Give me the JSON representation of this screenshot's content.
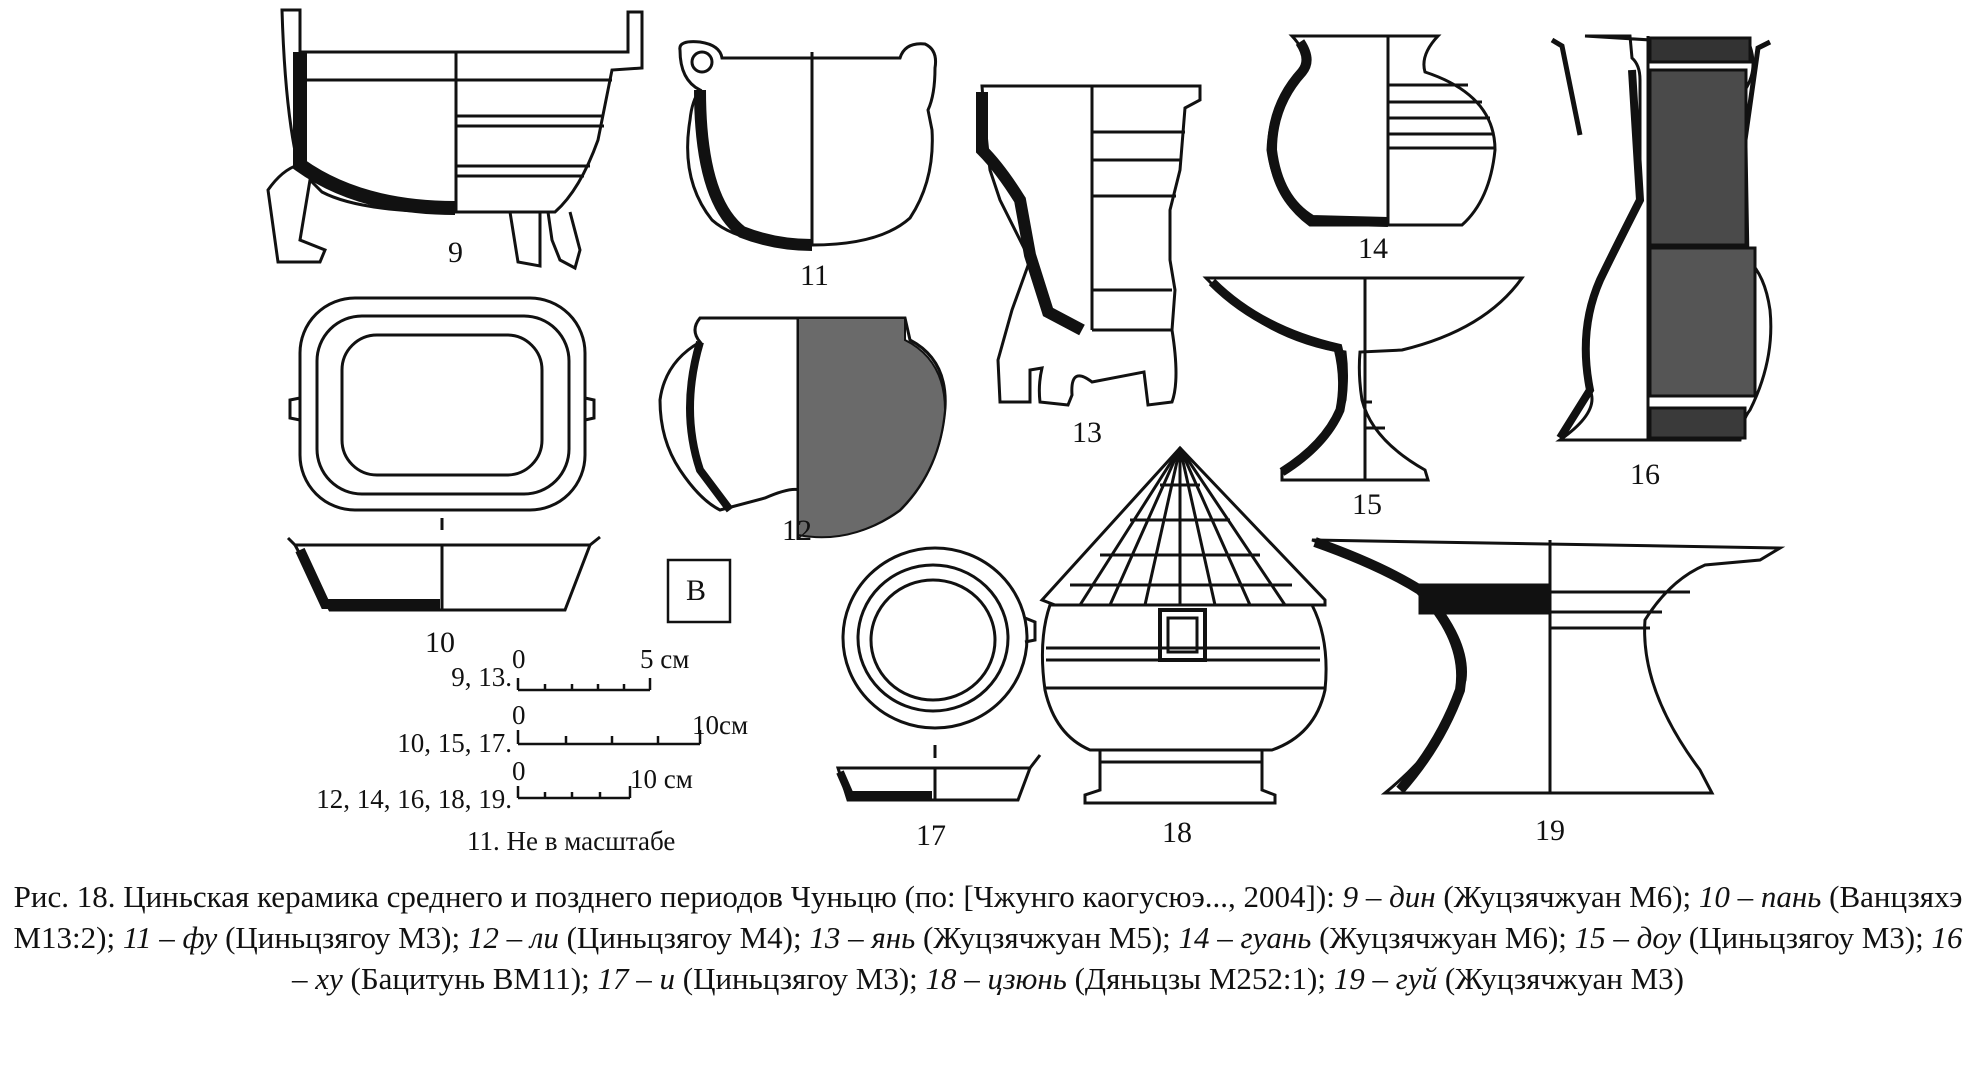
{
  "figure": {
    "labels": {
      "f9": "9",
      "f10": "10",
      "f11": "11",
      "f12": "12",
      "f13": "13",
      "f14": "14",
      "f15": "15",
      "f16": "16",
      "f17": "17",
      "f18": "18",
      "f19": "19"
    },
    "side_view_letter": "В",
    "scale_bars": [
      {
        "items": "9, 13.",
        "zero": "0",
        "end": "5 см"
      },
      {
        "items": "10, 15, 17.",
        "zero": "0",
        "end": "10см"
      },
      {
        "items": "12, 14, 16, 18, 19.",
        "zero": "0",
        "end": "10 см"
      }
    ],
    "not_to_scale_note": "11. Не в масштабе"
  },
  "caption": {
    "prefix": "Рис. 18. Циньская керамика среднего и позднего периодов Чуньцю (по: [Чжунго каогусюэ..., 2004]): ",
    "items": [
      {
        "num_name": "9 – дин",
        "source": " (Жуцзячжуан М6); "
      },
      {
        "num_name": "10 – пань",
        "source": " (Ванцзяхэ М13:2); "
      },
      {
        "num_name": "11 – фу",
        "source": " (Циньцзягоу М3); "
      },
      {
        "num_name": "12 – ли",
        "source": " (Циньцзягоу М4); "
      },
      {
        "num_name": "13 – янь",
        "source": " (Жуцзячжуан М5); "
      },
      {
        "num_name": "14 – гуань",
        "source": " (Жуцзячжуан М6); "
      },
      {
        "num_name": "15 – доу",
        "source": " (Циньцзягоу М3); "
      },
      {
        "num_name": "16 – ху",
        "source": " (Бацитунь ВМ11); "
      },
      {
        "num_name": "17 – и",
        "source": " (Циньцзягоу М3); "
      },
      {
        "num_name": "18 – цзюнь",
        "source": " (Дяньцзы М252:1); "
      },
      {
        "num_name": "19 – гуй",
        "source": " (Жуцзячжуан М3)"
      }
    ]
  }
}
